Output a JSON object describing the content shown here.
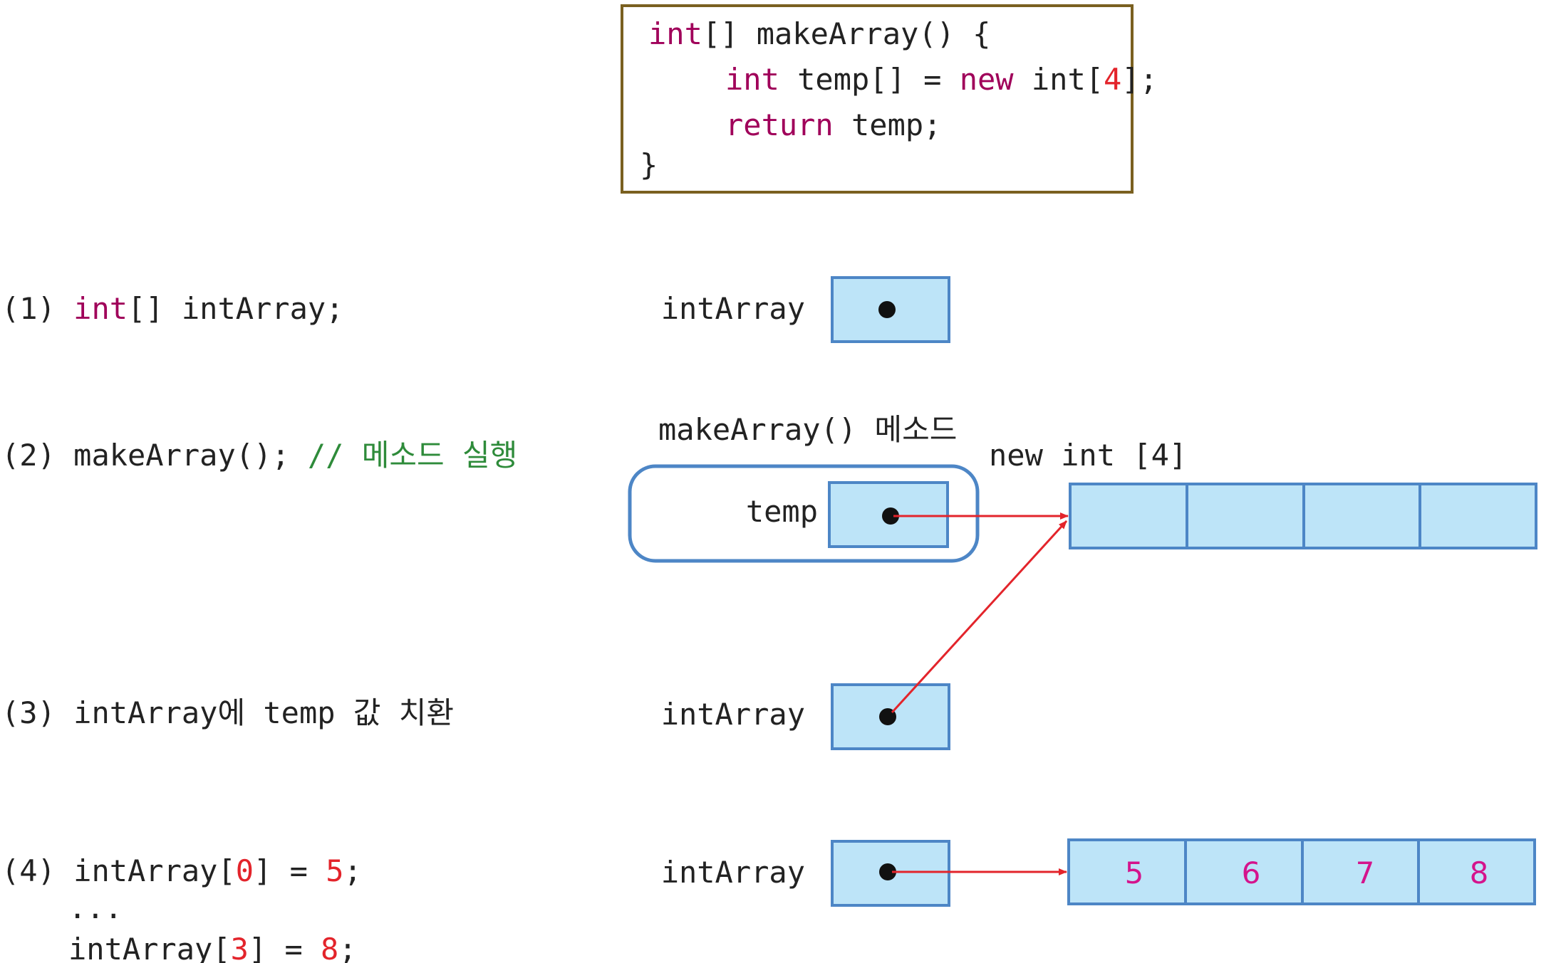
{
  "code_box": {
    "line1": {
      "kw": "int",
      "rest": "[] makeArray() {"
    },
    "line2": {
      "kw": "int",
      "a": " temp[] = ",
      "new_kw": "new",
      "b": " int[",
      "num": "4",
      "c": "];"
    },
    "line3": {
      "kw": "return",
      "rest": " temp;"
    },
    "line4": "}"
  },
  "steps": {
    "s1": {
      "num": "(1) ",
      "kw": "int",
      "rest": "[] intArray;"
    },
    "s2": {
      "num": "(2) ",
      "code": "makeArray();",
      "comment": " // 메소드 실행"
    },
    "s3": {
      "num": "(3) ",
      "text": "intArray에 temp 값 치환"
    },
    "s4": {
      "num": "(4) ",
      "l1a": "intArray[",
      "l1idx": "0",
      "l1b": "] = ",
      "l1val": "5",
      "l1c": ";",
      "dots": "...",
      "l3a": "intArray[",
      "l3idx": "3",
      "l3b": "] = ",
      "l3val": "8",
      "l3c": ";"
    }
  },
  "diagram": {
    "var_intArray": "intArray",
    "method_label": "makeArray() 메소드",
    "var_temp": "temp",
    "new_label": "new int [4]",
    "array_values": [
      "5",
      "6",
      "7",
      "8"
    ]
  },
  "colors": {
    "keyword": "#a0005a",
    "number": "#e3242b",
    "comment": "#2e8b3a",
    "text": "#222222",
    "cell_fill": "#bde4f8",
    "cell_stroke": "#4d86c6",
    "arrow": "#e3242b",
    "code_box_border": "#7a6020",
    "value_text": "#d4148c"
  }
}
